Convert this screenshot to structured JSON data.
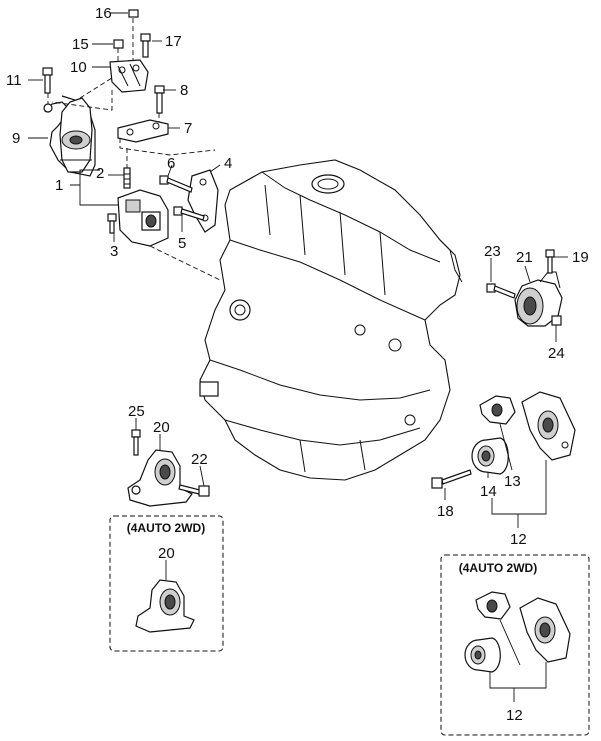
{
  "labels": {
    "p1": "1",
    "p2": "2",
    "p3": "3",
    "p4": "4",
    "p5": "5",
    "p6": "6",
    "p7": "7",
    "p8": "8",
    "p9": "9",
    "p10": "10",
    "p11": "11",
    "p12": "12",
    "p13": "13",
    "p14": "14",
    "p15": "15",
    "p16": "16",
    "p17": "17",
    "p18": "18",
    "p19": "19",
    "p20": "20",
    "p21": "21",
    "p22": "22",
    "p23": "23",
    "p24": "24",
    "p25": "25"
  },
  "boxes": {
    "left": {
      "title": "(4AUTO 2WD)",
      "part_label": "20"
    },
    "right": {
      "title": "(4AUTO 2WD)",
      "part_label": "12"
    }
  }
}
